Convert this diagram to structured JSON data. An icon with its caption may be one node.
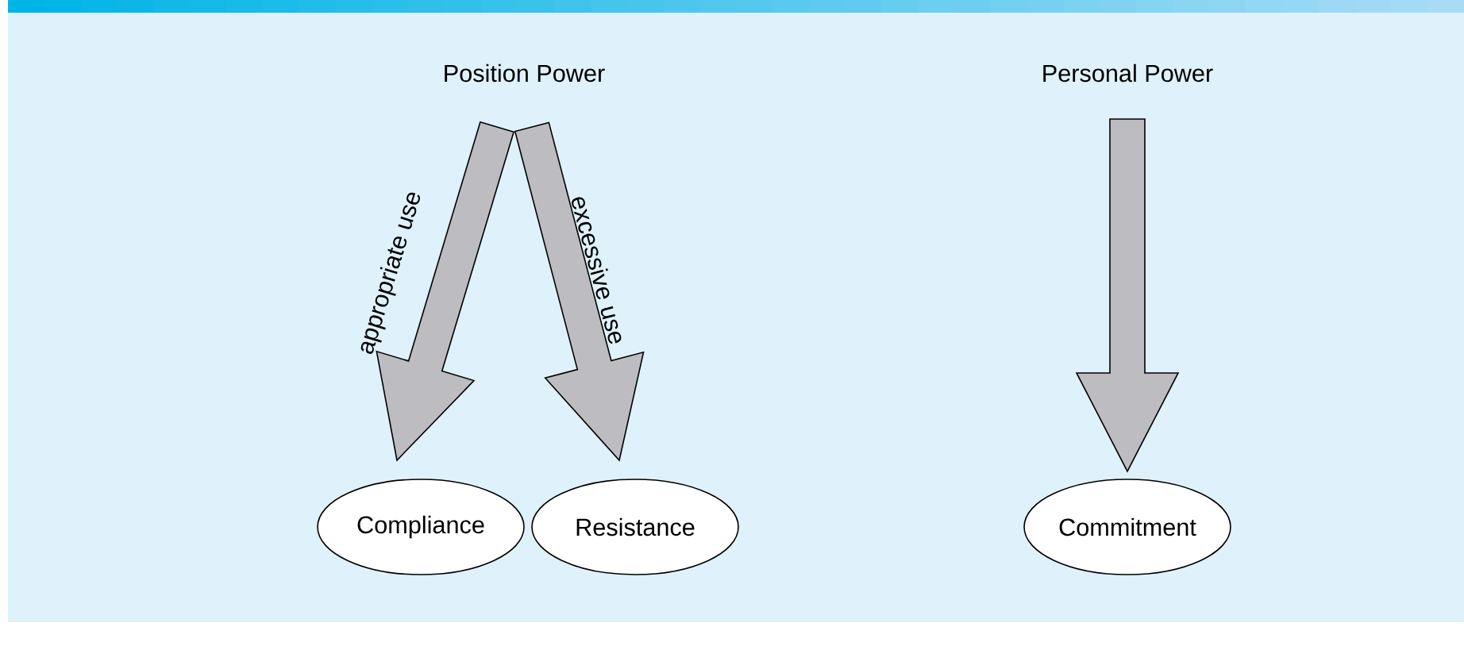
{
  "diagram": {
    "nodes": [
      {
        "text": [
          "Position Power"
        ]
      },
      {
        "text": [
          "Personal Power"
        ]
      },
      {
        "text": [
          "Compliance"
        ]
      },
      {
        "text": [
          "Resistance"
        ]
      },
      {
        "text": [
          "Commitment"
        ]
      }
    ],
    "edges": [
      {
        "from": 0,
        "to": 2,
        "arrow": "to",
        "label": "appropriate use"
      },
      {
        "from": 0,
        "to": 3,
        "arrow": "to",
        "label": "excessive use"
      },
      {
        "from": 1,
        "to": 4,
        "arrow": "to"
      }
    ]
  }
}
